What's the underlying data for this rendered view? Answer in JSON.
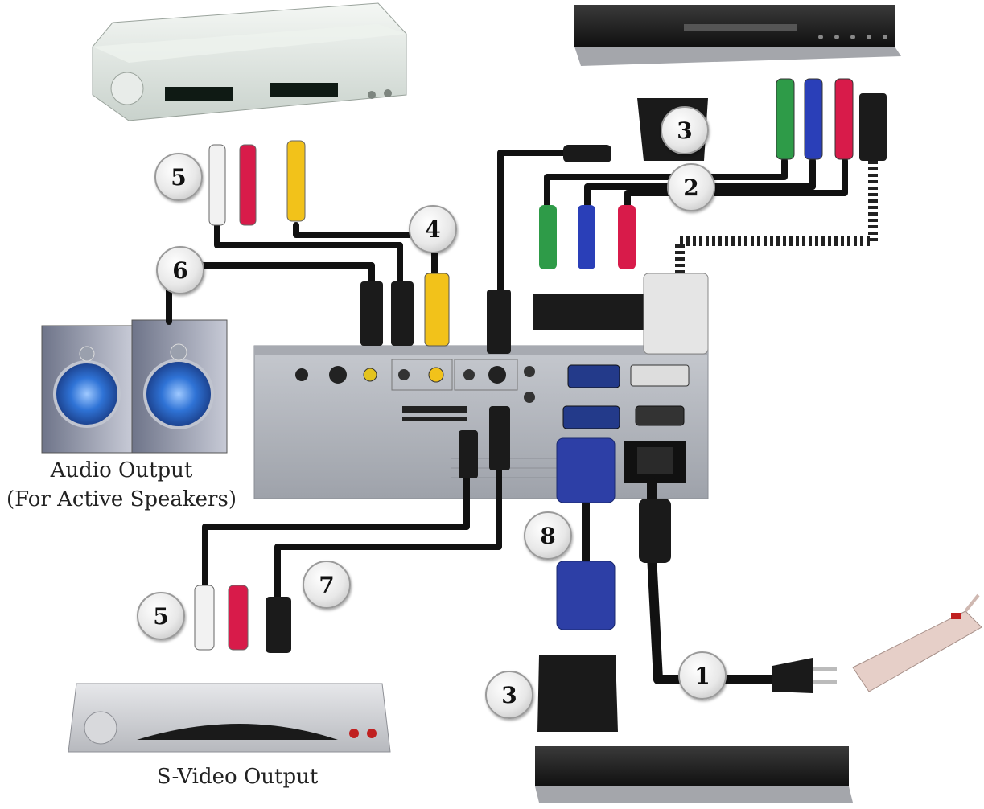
{
  "captions": {
    "audio_line1": "Audio Output",
    "audio_line2": "(For Active Speakers)",
    "svideo": "S-Video Output"
  },
  "badges": {
    "b1": "1",
    "b2": "2",
    "b3_top": "3",
    "b3_bottom": "3",
    "b4": "4",
    "b5_top": "5",
    "b5_bottom": "5",
    "b6": "6",
    "b7": "7",
    "b8": "8"
  },
  "colors": {
    "cable": "#111111",
    "rca_white": "#f2f2f2",
    "rca_red": "#d81b4a",
    "rca_yellow": "#f2c21a",
    "rca_green": "#2e9b48",
    "rca_blue": "#2a3fb8",
    "vga_blue": "#2d3fa6",
    "projector_panel": "#b9bcc3"
  },
  "icons": [
    "dvd-player-icon",
    "hdmi-player-icon",
    "speakers-icon",
    "power-strip-icon",
    "projector-panel-icon",
    "vga-connector-icon",
    "dvi-connector-icon",
    "scart-adapter-icon",
    "power-plug-icon"
  ]
}
